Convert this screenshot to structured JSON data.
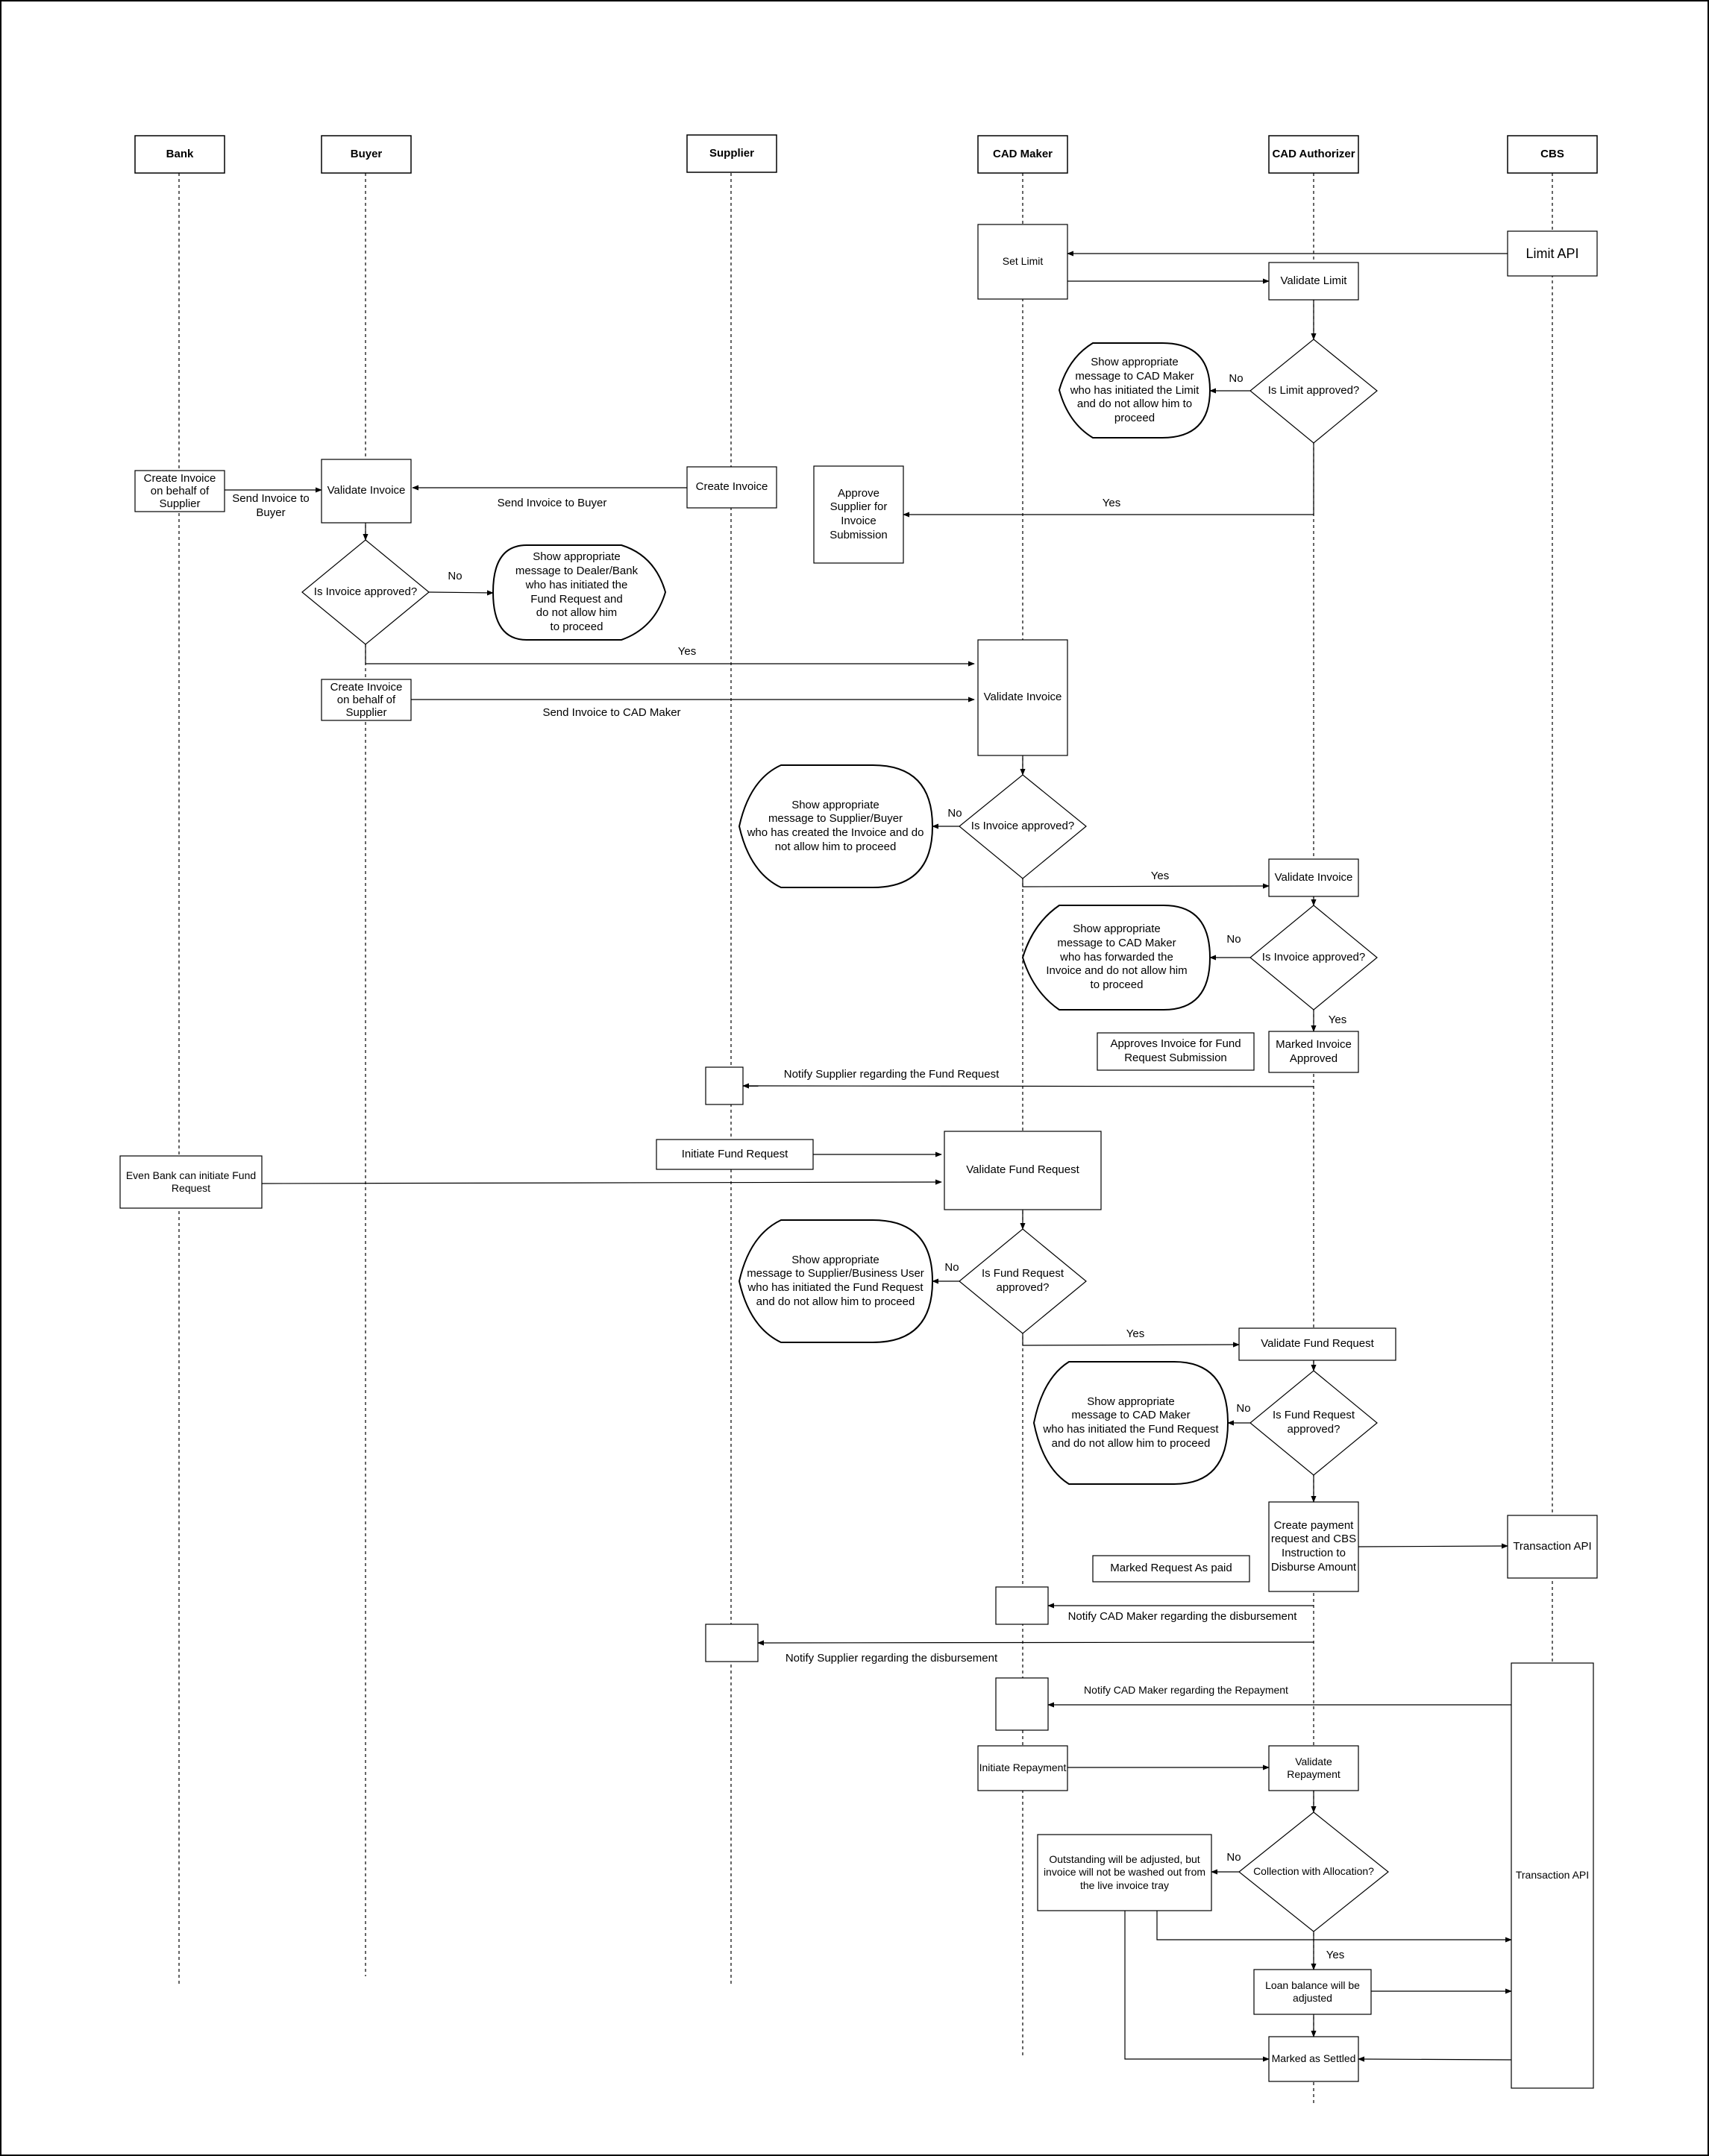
{
  "lanes": {
    "bank": "Bank",
    "buyer": "Buyer",
    "supplier": "Supplier",
    "cad_maker": "CAD Maker",
    "cad_authorizer": "CAD Authorizer",
    "cbs": "CBS"
  },
  "nodes": {
    "limit_api": "Limit API",
    "set_limit": "Set Limit",
    "validate_limit": "Validate Limit",
    "is_limit_approved": "Is Limit approved?",
    "limit_msg": "Show appropriate\nmessage to CAD Maker\nwho has initiated the Limit\nand do not allow him to\nproceed",
    "bank_create_invoice": "Create Invoice\non behalf of\nSupplier",
    "buyer_validate_invoice": "Validate Invoice",
    "supplier_create_invoice": "Create Invoice",
    "approve_supplier": "Approve\nSupplier  for\nInvoice\nSubmission",
    "buyer_is_invoice_approved": "Is  Invoice approved?",
    "dealer_msg": "Show appropriate\nmessage to Dealer/Bank\nwho has initiated the\nFund Request and\ndo not allow him\nto proceed",
    "buyer_create_invoice": "Create Invoice\non behalf of\nSupplier",
    "maker_validate_invoice": "Validate Invoice",
    "maker_is_invoice_approved": "Is Invoice approved?",
    "supplier_buyer_msg": "Show appropriate\nmessage to  Supplier/Buyer\nwho has created the Invoice and do\nnot allow him to proceed",
    "auth_validate_invoice": "Validate Invoice",
    "auth_is_invoice_approved": "Is Invoice approved?",
    "maker_invoice_msg": "Show appropriate\nmessage to CAD Maker\nwho has forwarded the\nInvoice  and do not allow him\nto proceed",
    "approves_invoice_note": "Approves Invoice for Fund\nRequest Submission",
    "marked_invoice_approved": "Marked Invoice\nApproved",
    "initiate_fund_request": "Initiate Fund Request",
    "bank_initiate_fund": "Even Bank can initiate Fund\nRequest",
    "maker_validate_fund": "Validate Fund Request",
    "maker_is_fund_approved": "Is Fund Request\napproved?",
    "supplier_business_msg": "Show appropriate\nmessage to  Supplier/Business User\nwho has initiated the Fund Request\nand do not allow him to proceed",
    "auth_validate_fund": "Validate Fund Request",
    "auth_is_fund_approved": "Is Fund Request\napproved?",
    "maker_fund_msg": "Show appropriate\nmessage to  CAD Maker\nwho has initiated the Fund Request\nand do not allow him to proceed",
    "create_payment": "Create payment\nrequest and CBS\nInstruction to\nDisburse Amount",
    "transaction_api_1": "Transaction API",
    "marked_request_paid": "Marked Request As paid",
    "initiate_repayment": "Initiate Repayment",
    "validate_repayment": "Validate\nRepayment",
    "collection_allocation": "Collection with Allocation?",
    "outstanding_note": "Outstanding will be adjusted, but\ninvoice will not be washed out from\nthe live invoice tray",
    "loan_balance": "Loan balance will be\nadjusted",
    "marked_settled": "Marked as Settled",
    "transaction_api_2": "Transaction API"
  },
  "edges": {
    "send_invoice_buyer_1": "Send Invoice to\nBuyer",
    "send_invoice_buyer_2": "Send Invoice to Buyer",
    "send_invoice_maker": "Send Invoice to CAD Maker",
    "notify_supplier_fund": "Notify Supplier regarding the Fund Request",
    "notify_maker_disbursement": "Notify CAD Maker regarding the disbursement",
    "notify_supplier_disbursement": "Notify Supplier regarding the disbursement",
    "notify_maker_repayment": "Notify CAD Maker regarding the Repayment",
    "yes": "Yes",
    "no": "No"
  }
}
